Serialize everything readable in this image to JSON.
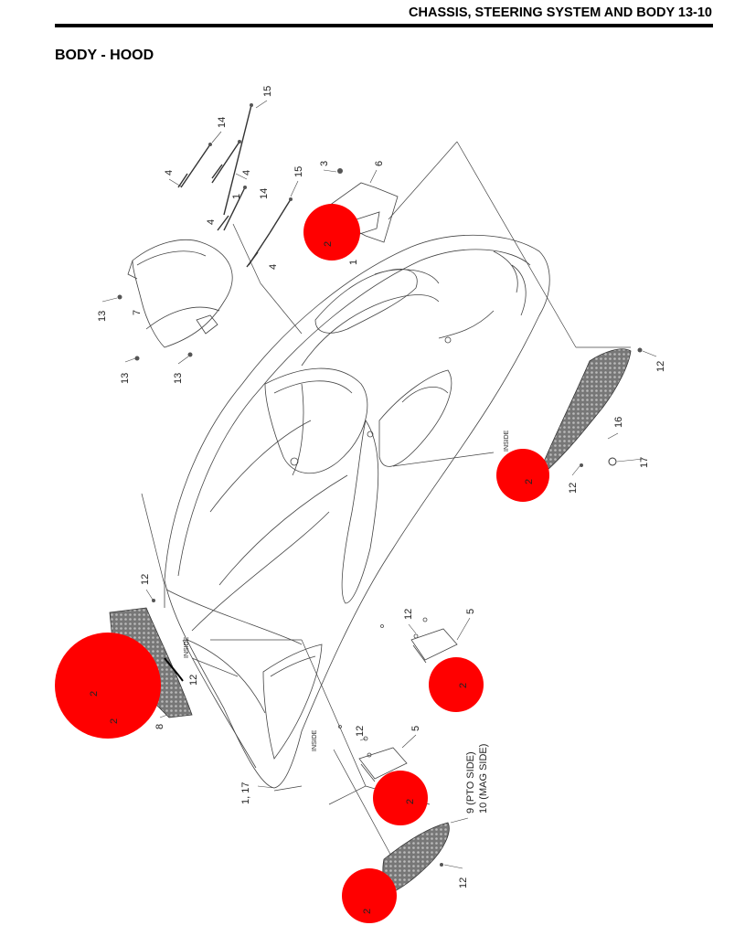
{
  "header": {
    "title": "CHASSIS, STEERING SYSTEM AND BODY 13-10"
  },
  "page_title": "BODY - HOOD",
  "diagram": {
    "callouts": {
      "c1": "1",
      "c2a": "2",
      "c2b": "2",
      "c2c": "2",
      "c2d": "2",
      "c2e": "2",
      "c2f": "2",
      "c2g": "2",
      "c3": "3",
      "c4a": "4",
      "c4b": "4",
      "c4c": "4",
      "c4d": "4",
      "c5a": "5",
      "c5b": "5",
      "c6": "6",
      "c7": "7",
      "c8": "8",
      "c9": "9 (PTO SIDE)",
      "c10": "10 (MAG SIDE)",
      "c1_17": "1, 17",
      "c12a": "12",
      "c12b": "12",
      "c12c": "12",
      "c12d": "12",
      "c12e": "12",
      "c12f": "12",
      "c12g": "12",
      "c13a": "13",
      "c13b": "13",
      "c13c": "13",
      "c14a": "14",
      "c14b": "14",
      "c15a": "15",
      "c15b": "15",
      "c16": "16",
      "c17": "17"
    },
    "inside_labels": {
      "i1": "INSIDE",
      "i2": "INSIDE",
      "i3": "INSIDE"
    },
    "highlight_color": "#ff0000"
  }
}
